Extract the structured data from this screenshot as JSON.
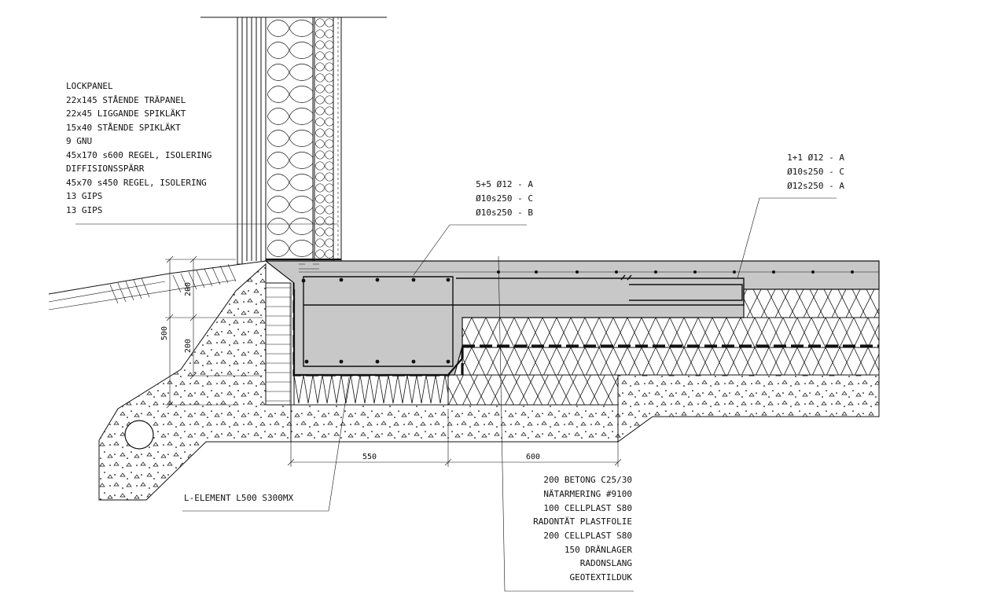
{
  "wall_layers": {
    "lines": [
      "LOCKPANEL",
      "22x145 STÅENDE TRÄPANEL",
      "22x45 LIGGANDE SPIKLÄKT",
      "15x40 STÅENDE SPIKLÄKT",
      "9 GNU",
      "45x170 s600 REGEL, ISOLERING",
      "DIFFISIONSSPÄRR",
      "45x70 s450 REGEL, ISOLERING",
      "13 GIPS",
      "13 GIPS"
    ]
  },
  "rebar_left": {
    "lines": [
      "5+5 Ø12 - A",
      "Ø10s250 - C",
      "Ø10s250 - B"
    ]
  },
  "rebar_right": {
    "lines": [
      "1+1 Ø12 - A",
      "Ø10s250 - C",
      "Ø12s250 - A"
    ]
  },
  "slab_layers": {
    "lines": [
      "200 BETONG C25/30",
      "NÄTARMERING #9100",
      "100 CELLPLAST S80",
      "RADONTÄT PLASTFOLIE",
      "200 CELLPLAST S80",
      "150 DRÄNLAGER",
      "RADONSLANG",
      "GEOTEXTILDUK"
    ]
  },
  "l_element": {
    "label": "L-ELEMENT L500 S300MX"
  },
  "dimensions": {
    "width_left": "550",
    "width_right": "600",
    "height_total": "500",
    "height_top": "200",
    "height_bottom": "200"
  }
}
